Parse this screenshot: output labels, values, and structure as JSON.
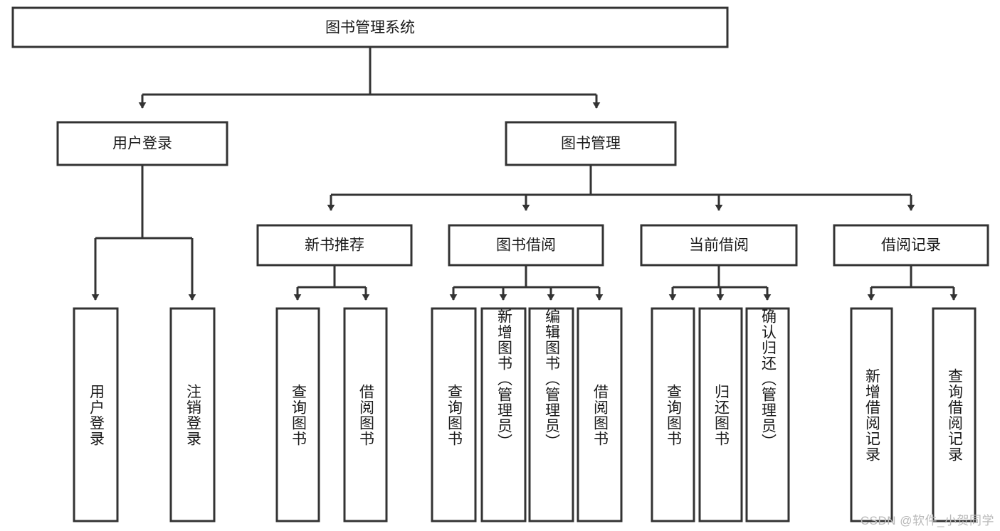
{
  "diagram": {
    "title": "图书管理系统",
    "type": "tree-hierarchy-chart",
    "watermark": "CSDN @软件_小贺同学",
    "colors": {
      "background": "#ffffff",
      "box_fill": "#ffffff",
      "box_stroke": "#333333",
      "text": "#1a1a1a",
      "watermark": "#b9b9b9"
    },
    "root": {
      "id": "root",
      "label": "图书管理系统"
    },
    "level2": [
      {
        "id": "user-login",
        "label": "用户登录"
      },
      {
        "id": "book-management",
        "label": "图书管理"
      }
    ],
    "level3": [
      {
        "id": "new-book-recommend",
        "label": "新书推荐",
        "parent": "book-management"
      },
      {
        "id": "book-borrow",
        "label": "图书借阅",
        "parent": "book-management"
      },
      {
        "id": "current-borrow",
        "label": "当前借阅",
        "parent": "book-management"
      },
      {
        "id": "borrow-record",
        "label": "借阅记录",
        "parent": "book-management"
      }
    ],
    "leaves": {
      "user-login": [
        {
          "id": "leaf-user-login",
          "label": "用户登录"
        },
        {
          "id": "leaf-logout-login",
          "label": "注销登录"
        }
      ],
      "new-book-recommend": [
        {
          "id": "leaf-query-book-1",
          "label": "查询图书"
        },
        {
          "id": "leaf-borrow-book-1",
          "label": "借阅图书"
        }
      ],
      "book-borrow": [
        {
          "id": "leaf-query-book-2",
          "label": "查询图书"
        },
        {
          "id": "leaf-add-book",
          "label": "新增图书（管理员）"
        },
        {
          "id": "leaf-edit-book",
          "label": "编辑图书（管理员）"
        },
        {
          "id": "leaf-borrow-book-2",
          "label": "借阅图书"
        }
      ],
      "current-borrow": [
        {
          "id": "leaf-query-book-3",
          "label": "查询图书"
        },
        {
          "id": "leaf-return-book",
          "label": "归还图书"
        },
        {
          "id": "leaf-confirm-return",
          "label": "确认归还（管理员）"
        }
      ],
      "borrow-record": [
        {
          "id": "leaf-add-record",
          "label": "新增借阅记录"
        },
        {
          "id": "leaf-query-record",
          "label": "查询借阅记录"
        }
      ]
    }
  }
}
